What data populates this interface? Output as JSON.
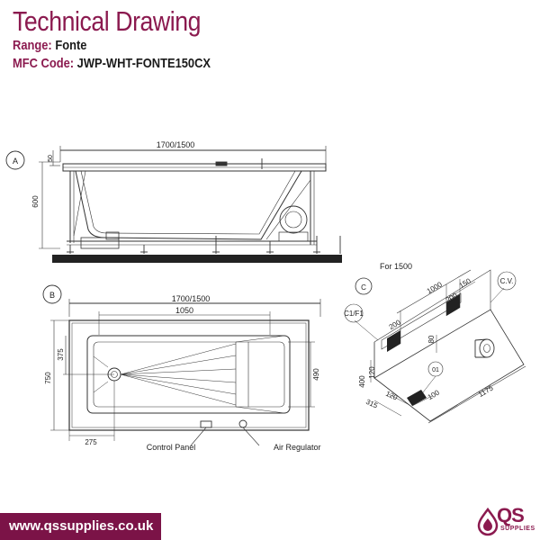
{
  "header": {
    "title": "Technical Drawing",
    "range_label": "Range:",
    "range_value": "Fonte",
    "mfc_label": "MFC Code:",
    "mfc_value": "JWP-WHT-FONTE150CX"
  },
  "view_a": {
    "marker": "A",
    "length": "1700/1500",
    "rim": "50",
    "height": "600"
  },
  "view_b": {
    "marker": "B",
    "length": "1700/1500",
    "inner_length": "1050",
    "width": "750",
    "half_width": "375",
    "inner_width": "490",
    "offset": "275",
    "control_panel": "Control Panel",
    "air_regulator": "Air Regulator"
  },
  "view_c": {
    "marker": "C",
    "note": "For 1500",
    "d1000": "1000",
    "d200a": "200",
    "d150": "150",
    "d200b": "200",
    "d80": "80",
    "d120": "120",
    "d400": "400",
    "d315": "315",
    "d120b": "120",
    "d100": "100",
    "d1175": "1175",
    "cv": "C.V.",
    "c1f1": "C1/F1",
    "d1": "01"
  },
  "footer": {
    "url": "www.qssupplies.co.uk",
    "logo": "QS",
    "logo_sub": "SUPPLIES"
  },
  "colors": {
    "brand": "#8b1a4f",
    "footer": "#7b1347"
  }
}
